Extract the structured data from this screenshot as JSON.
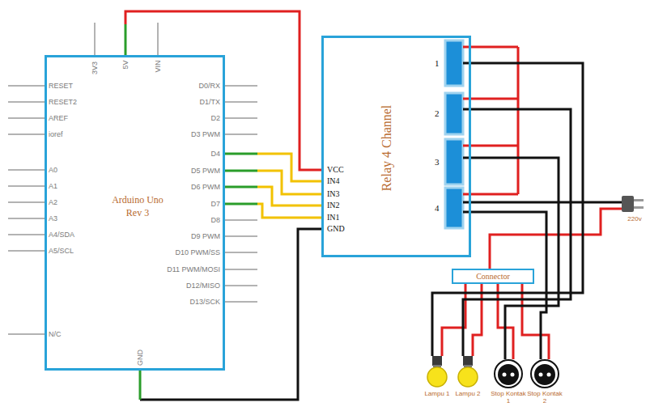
{
  "diagram": {
    "nodes": [
      {
        "text": [
          "Arduino Uno Rev 3"
        ]
      },
      {
        "text": [
          "Relay 4 Channel"
        ]
      },
      {
        "text": [
          "Connector"
        ]
      },
      {
        "text": [
          "Lampu 1"
        ]
      },
      {
        "text": [
          "Lampu 2"
        ]
      },
      {
        "text": [
          "Stop Kontak 1"
        ]
      },
      {
        "text": [
          "Stop Kontak 2"
        ]
      },
      {
        "text": [
          "220v"
        ]
      }
    ],
    "edges": [
      {
        "from": 0,
        "to": 1,
        "arrow": "none"
      },
      {
        "from": 0,
        "to": 1,
        "arrow": "none"
      },
      {
        "from": 0,
        "to": 1,
        "arrow": "none"
      },
      {
        "from": 0,
        "to": 1,
        "arrow": "none"
      },
      {
        "from": 0,
        "to": 1,
        "arrow": "none"
      },
      {
        "from": 0,
        "to": 1,
        "arrow": "none"
      },
      {
        "from": 1,
        "to": 7,
        "arrow": "none"
      },
      {
        "from": 7,
        "to": 2,
        "arrow": "none"
      },
      {
        "from": 2,
        "to": 3,
        "arrow": "none"
      },
      {
        "from": 2,
        "to": 4,
        "arrow": "none"
      },
      {
        "from": 2,
        "to": 5,
        "arrow": "none"
      },
      {
        "from": 2,
        "to": 6,
        "arrow": "none"
      },
      {
        "from": 1,
        "to": 3,
        "arrow": "none"
      },
      {
        "from": 1,
        "to": 4,
        "arrow": "none"
      },
      {
        "from": 1,
        "to": 5,
        "arrow": "none"
      },
      {
        "from": 1,
        "to": 6,
        "arrow": "none"
      }
    ],
    "labels": [
      "3V3",
      "5V",
      "VIN",
      "RESET",
      "RESET2",
      "AREF",
      "ioref",
      "A0",
      "A1",
      "A2",
      "A3",
      "A4/SDA",
      "A5/SCL",
      "N/C",
      "D0/RX",
      "D1/TX",
      "D2",
      "D3 PWM",
      "D4",
      "D5 PWM",
      "D6 PWM",
      "D7",
      "D8",
      "D9 PWM",
      "D10 PWM/SS",
      "D11 PWM/MOSI",
      "D12/MISO",
      "D13/SCK",
      "GND",
      "VCC",
      "IN4",
      "IN3",
      "IN2",
      "IN1",
      "GND",
      "1",
      "2",
      "3",
      "4"
    ]
  }
}
